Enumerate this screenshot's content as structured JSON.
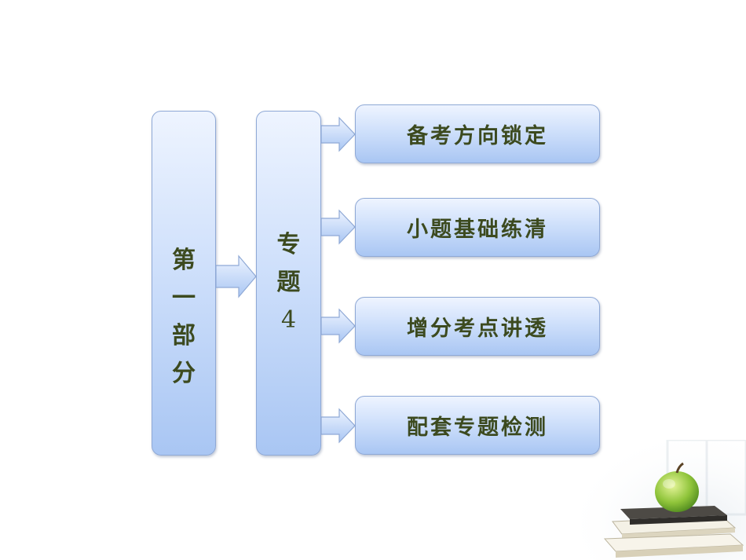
{
  "part": {
    "chars": [
      "第",
      "一",
      "部",
      "分"
    ]
  },
  "topic": {
    "chars": [
      "专",
      "题"
    ],
    "number": "4"
  },
  "sections": [
    {
      "label": "备考方向锁定"
    },
    {
      "label": "小题基础练清"
    },
    {
      "label": "增分考点讲透"
    },
    {
      "label": "配套专题检测"
    }
  ],
  "colors": {
    "box_top": "#eef4ff",
    "box_bottom": "#a9c6f3",
    "text": "#3c4a1f",
    "border": "#8fa9d6"
  }
}
